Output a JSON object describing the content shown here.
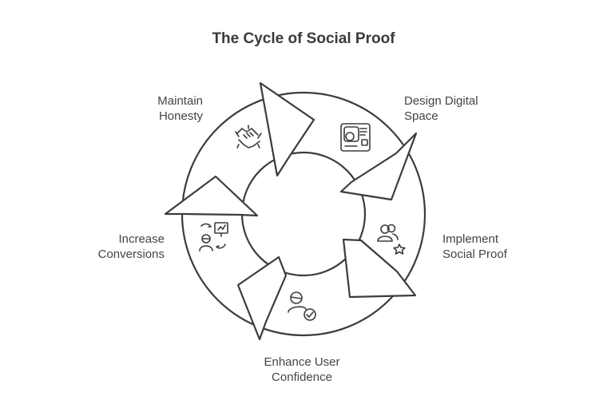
{
  "title": "The Cycle of Social Proof",
  "steps": [
    {
      "line1": "Design Digital",
      "line2": "Space",
      "icon": "digital-space-icon"
    },
    {
      "line1": "Implement",
      "line2": "Social Proof",
      "icon": "users-star-icon"
    },
    {
      "line1": "Enhance User",
      "line2": "Confidence",
      "icon": "user-check-icon"
    },
    {
      "line1": "Increase",
      "line2": "Conversions",
      "icon": "user-chart-icon"
    },
    {
      "line1": "Maintain",
      "line2": "Honesty",
      "icon": "handshake-icon"
    }
  ],
  "colors": {
    "stroke": "#3c3c3c",
    "fill": "#ffffff",
    "text": "#444444"
  }
}
